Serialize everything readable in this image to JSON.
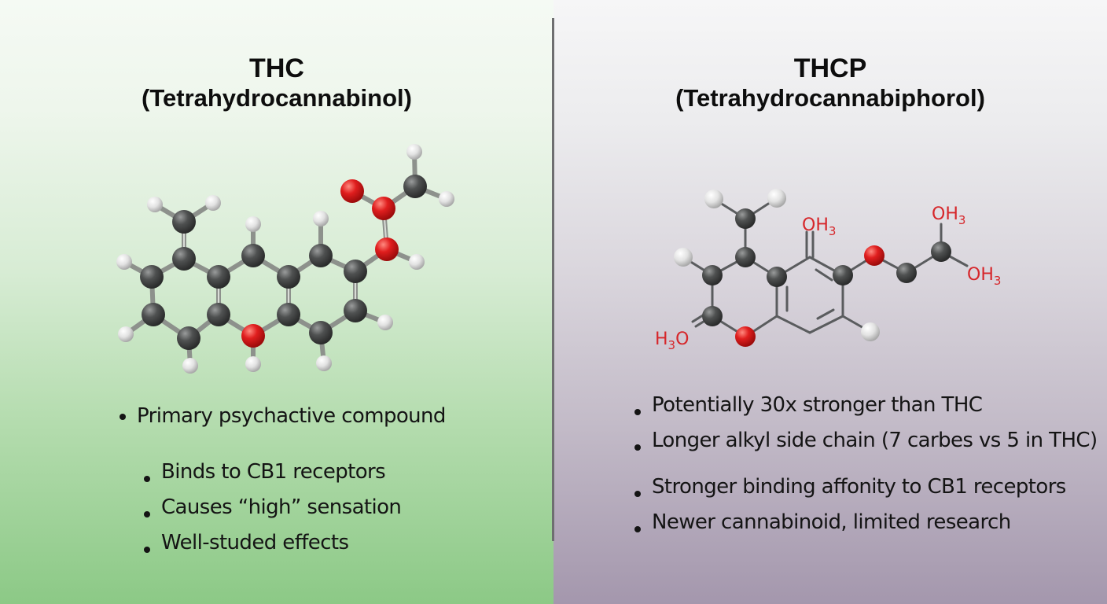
{
  "colors": {
    "left_gradient_top": "#f5faf4",
    "left_gradient_bottom": "#8cc986",
    "right_gradient_top": "#f6f6f7",
    "right_gradient_bottom": "#a497ad",
    "divider": "#6e6e70",
    "carbon_atom": "#4a4c4c",
    "hydrogen_atom": "#e6e6e6",
    "oxygen_atom": "#d61f1f",
    "label_red": "#d6262a"
  },
  "left_panel": {
    "title_abbr": "THC",
    "title_full": "(Tetrahydrocannabinol)",
    "molecule_name": "THC ball-and-stick model",
    "primary_bullet": "Primary psychactive compound",
    "bullets": [
      "Binds to CB1 receptors",
      "Causes “high” sensation",
      "Well-studed effects"
    ]
  },
  "right_panel": {
    "title_abbr": "THCP",
    "title_full": "(Tetrahydrocannabiphorol)",
    "molecule_name": "THCP structural model",
    "molecule_labels": {
      "top_center": {
        "main": "OH",
        "sub": "3"
      },
      "top_right": {
        "main": "OH",
        "sub": "3"
      },
      "right": {
        "main": "OH",
        "sub": "3"
      },
      "bottom_left_prefix": "H",
      "bottom_left_sub": "3",
      "bottom_left_suffix": "O"
    },
    "bullets_group1": [
      "Potentially 30x stronger than THC",
      "Longer alkyl side chain (7 carbes vs 5 in THC)"
    ],
    "bullets_group2": [
      "Stronger binding affonity to CB1 receptors",
      "Newer cannabinoid, limited research"
    ]
  }
}
